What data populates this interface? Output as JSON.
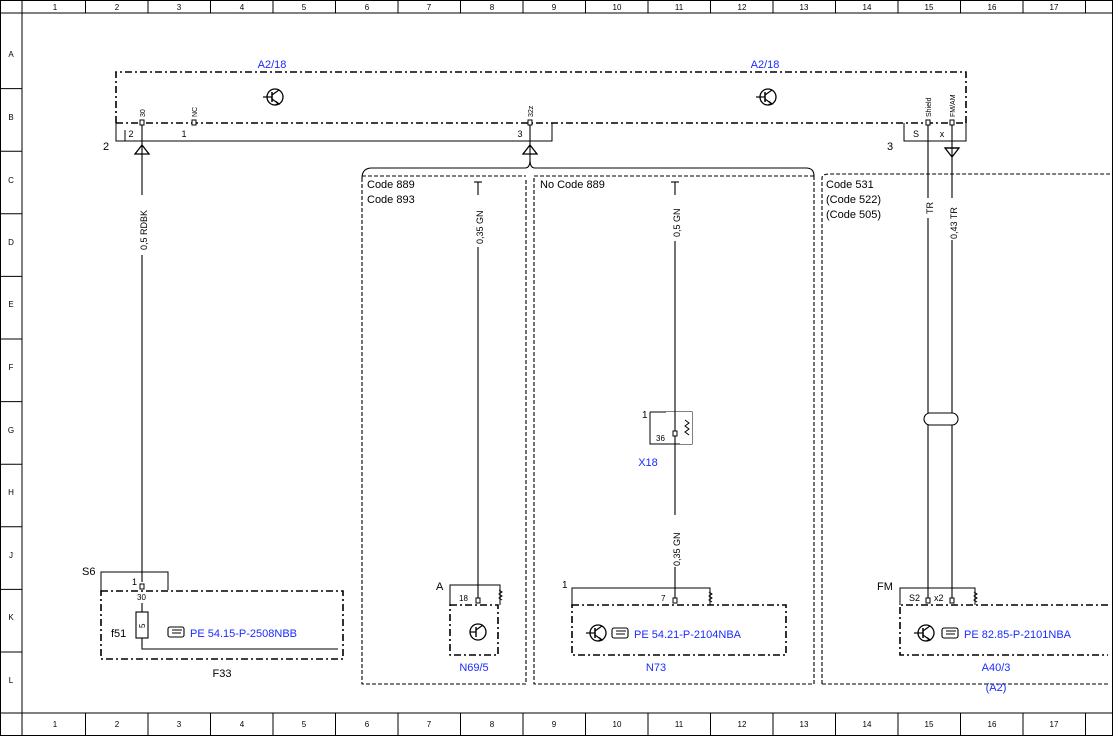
{
  "frame": {
    "columns": [
      "1",
      "2",
      "3",
      "4",
      "5",
      "6",
      "7",
      "8",
      "9",
      "10",
      "11",
      "12",
      "13",
      "14",
      "15",
      "16",
      "17"
    ],
    "rows": [
      "A",
      "B",
      "C",
      "D",
      "E",
      "F",
      "G",
      "H",
      "J",
      "K",
      "L"
    ]
  },
  "modules": {
    "a218_left": "A2/18",
    "a218_right": "A2/18",
    "f33": "F33",
    "n69_5": "N69/5",
    "n73": "N73",
    "x18": "X18",
    "a40_3": "A40/3",
    "a40_3_alt": "(A2)"
  },
  "pins": {
    "p30": "30",
    "nc": "NC",
    "p32z": "32z",
    "shield": "Shield",
    "fmam": "FM/AM",
    "p2": "2",
    "p1": "1",
    "p3": "3",
    "s": "S",
    "x": "x",
    "n2": "2",
    "n3": "3",
    "s6": "S6",
    "s6_1": "1",
    "f33_30": "30",
    "f51": "f51",
    "fuse5": "5",
    "a": "A",
    "p18": "18",
    "n73_1": "1",
    "p7": "7",
    "x18_1": "1",
    "p36": "36",
    "fm": "FM",
    "s2": "S2",
    "x2": "x2"
  },
  "wires": {
    "w1": "0,5 RDBK",
    "w2": "0,35 GN",
    "w3": "0,5 GN",
    "w4": "0,35 GN",
    "w5": "TR",
    "w6": "0,43 TR"
  },
  "codes": {
    "c889": "Code 889",
    "c893": "Code 893",
    "no889": "No Code 889",
    "c531": "Code 531",
    "c522": "(Code 522)",
    "c505": "(Code 505)"
  },
  "refs": {
    "r1": "PE 54.15-P-2508NBB",
    "r2": "PE 54.21-P-2104NBA",
    "r3": "PE 82.85-P-2101NBA"
  },
  "colors": {
    "line": "#000000",
    "link": "#1a2cff"
  }
}
